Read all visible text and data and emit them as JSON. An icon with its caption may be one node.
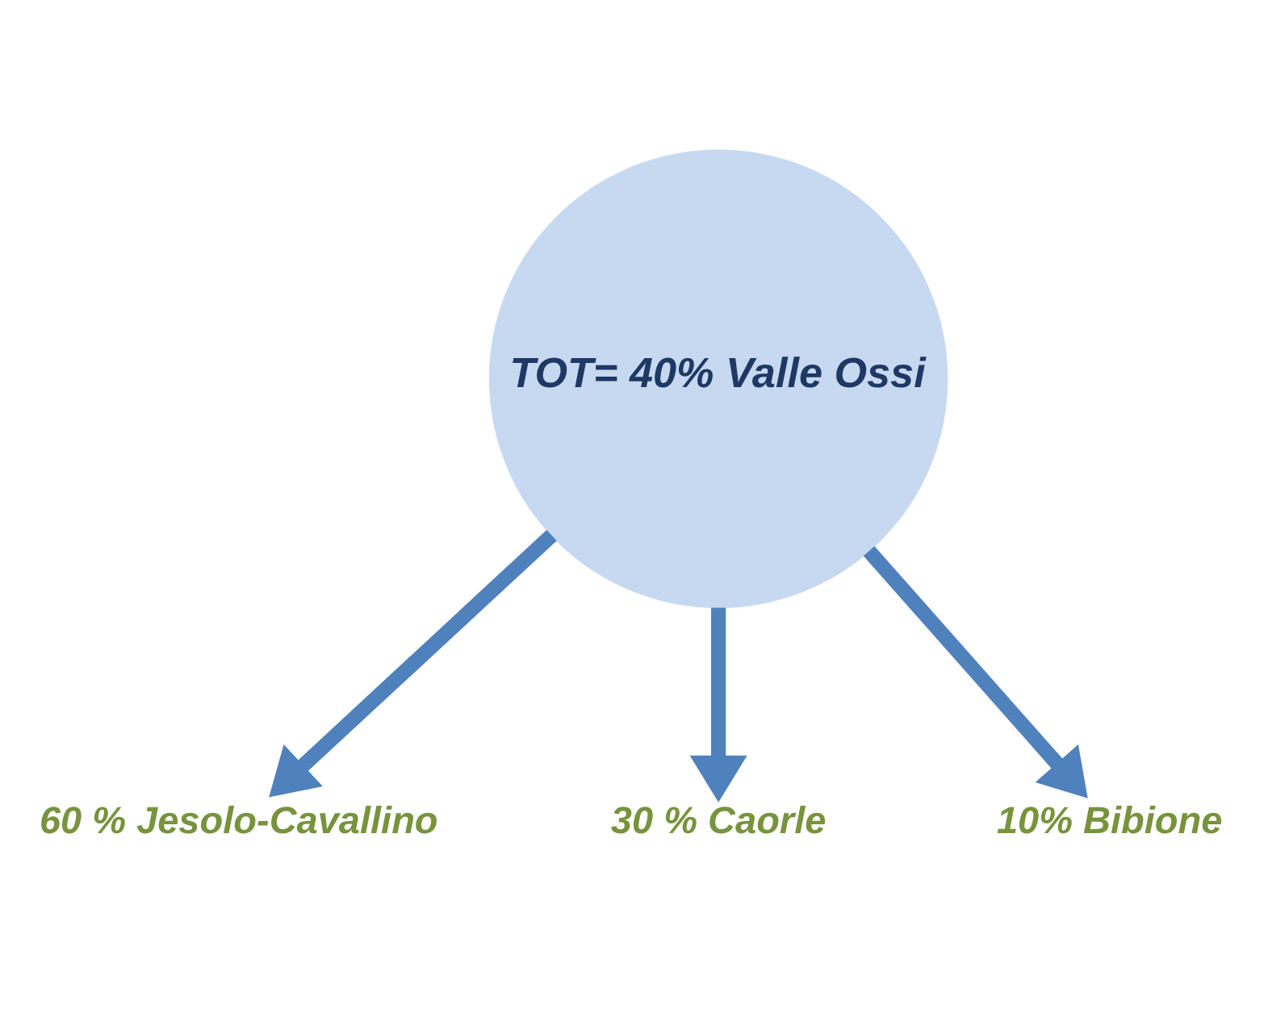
{
  "diagram": {
    "nodes": [
      {
        "text": [
          "TOT= 40% Valle Ossi"
        ]
      },
      {
        "text": [
          "60 % Jesolo-Cavallino"
        ]
      },
      {
        "text": [
          "30 % Caorle"
        ]
      },
      {
        "text": [
          "10% Bibione"
        ]
      }
    ],
    "edges": [
      {
        "from": 0,
        "to": 1,
        "arrow": "to"
      },
      {
        "from": 0,
        "to": 2,
        "arrow": "to"
      },
      {
        "from": 0,
        "to": 3,
        "arrow": "to"
      }
    ]
  }
}
